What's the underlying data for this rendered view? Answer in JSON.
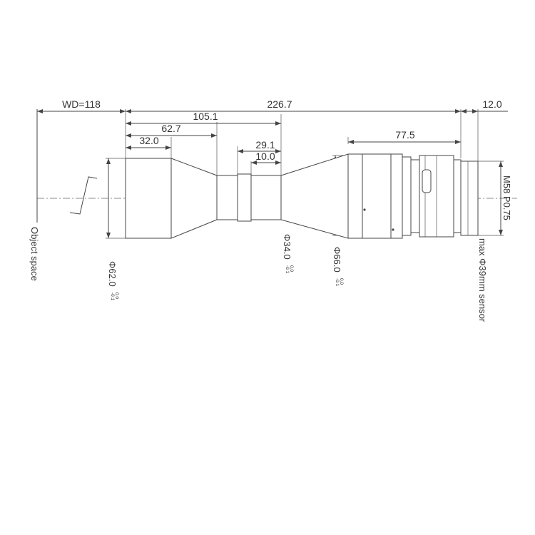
{
  "dimensions": {
    "working_distance": "WD=118",
    "total_length": "226.7",
    "flange_back": "12.0",
    "length_105": "105.1",
    "length_62": "62.7",
    "length_32": "32.0",
    "length_29": "29.1",
    "length_10": "10.0",
    "length_77": "77.5"
  },
  "diameters": {
    "front": {
      "main": "Φ62.0",
      "upper": "0.0",
      "lower": "-0.1"
    },
    "waist": {
      "main": "Φ34.0",
      "upper": "0.0",
      "lower": "-0.1"
    },
    "rear": {
      "main": "Φ66.0",
      "upper": "0.0",
      "lower": "-0.1"
    }
  },
  "labels": {
    "object_space": "Object space",
    "mount": "M58 P0.75",
    "sensor": "max Φ39mm sensor"
  },
  "colors": {
    "line": "#444444",
    "text": "#333333"
  }
}
